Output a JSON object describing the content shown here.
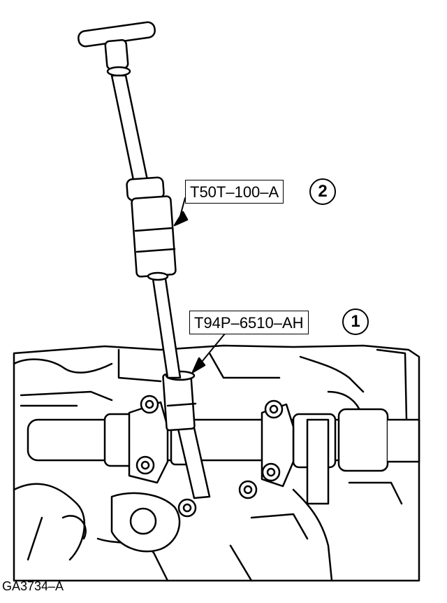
{
  "callouts": [
    {
      "number": "2",
      "label": "T50T–100–A"
    },
    {
      "number": "1",
      "label": "T94P–6510–AH"
    }
  ],
  "figure_id": "GA3734–A",
  "colors": {
    "ink": "#000000",
    "paper": "#ffffff"
  }
}
